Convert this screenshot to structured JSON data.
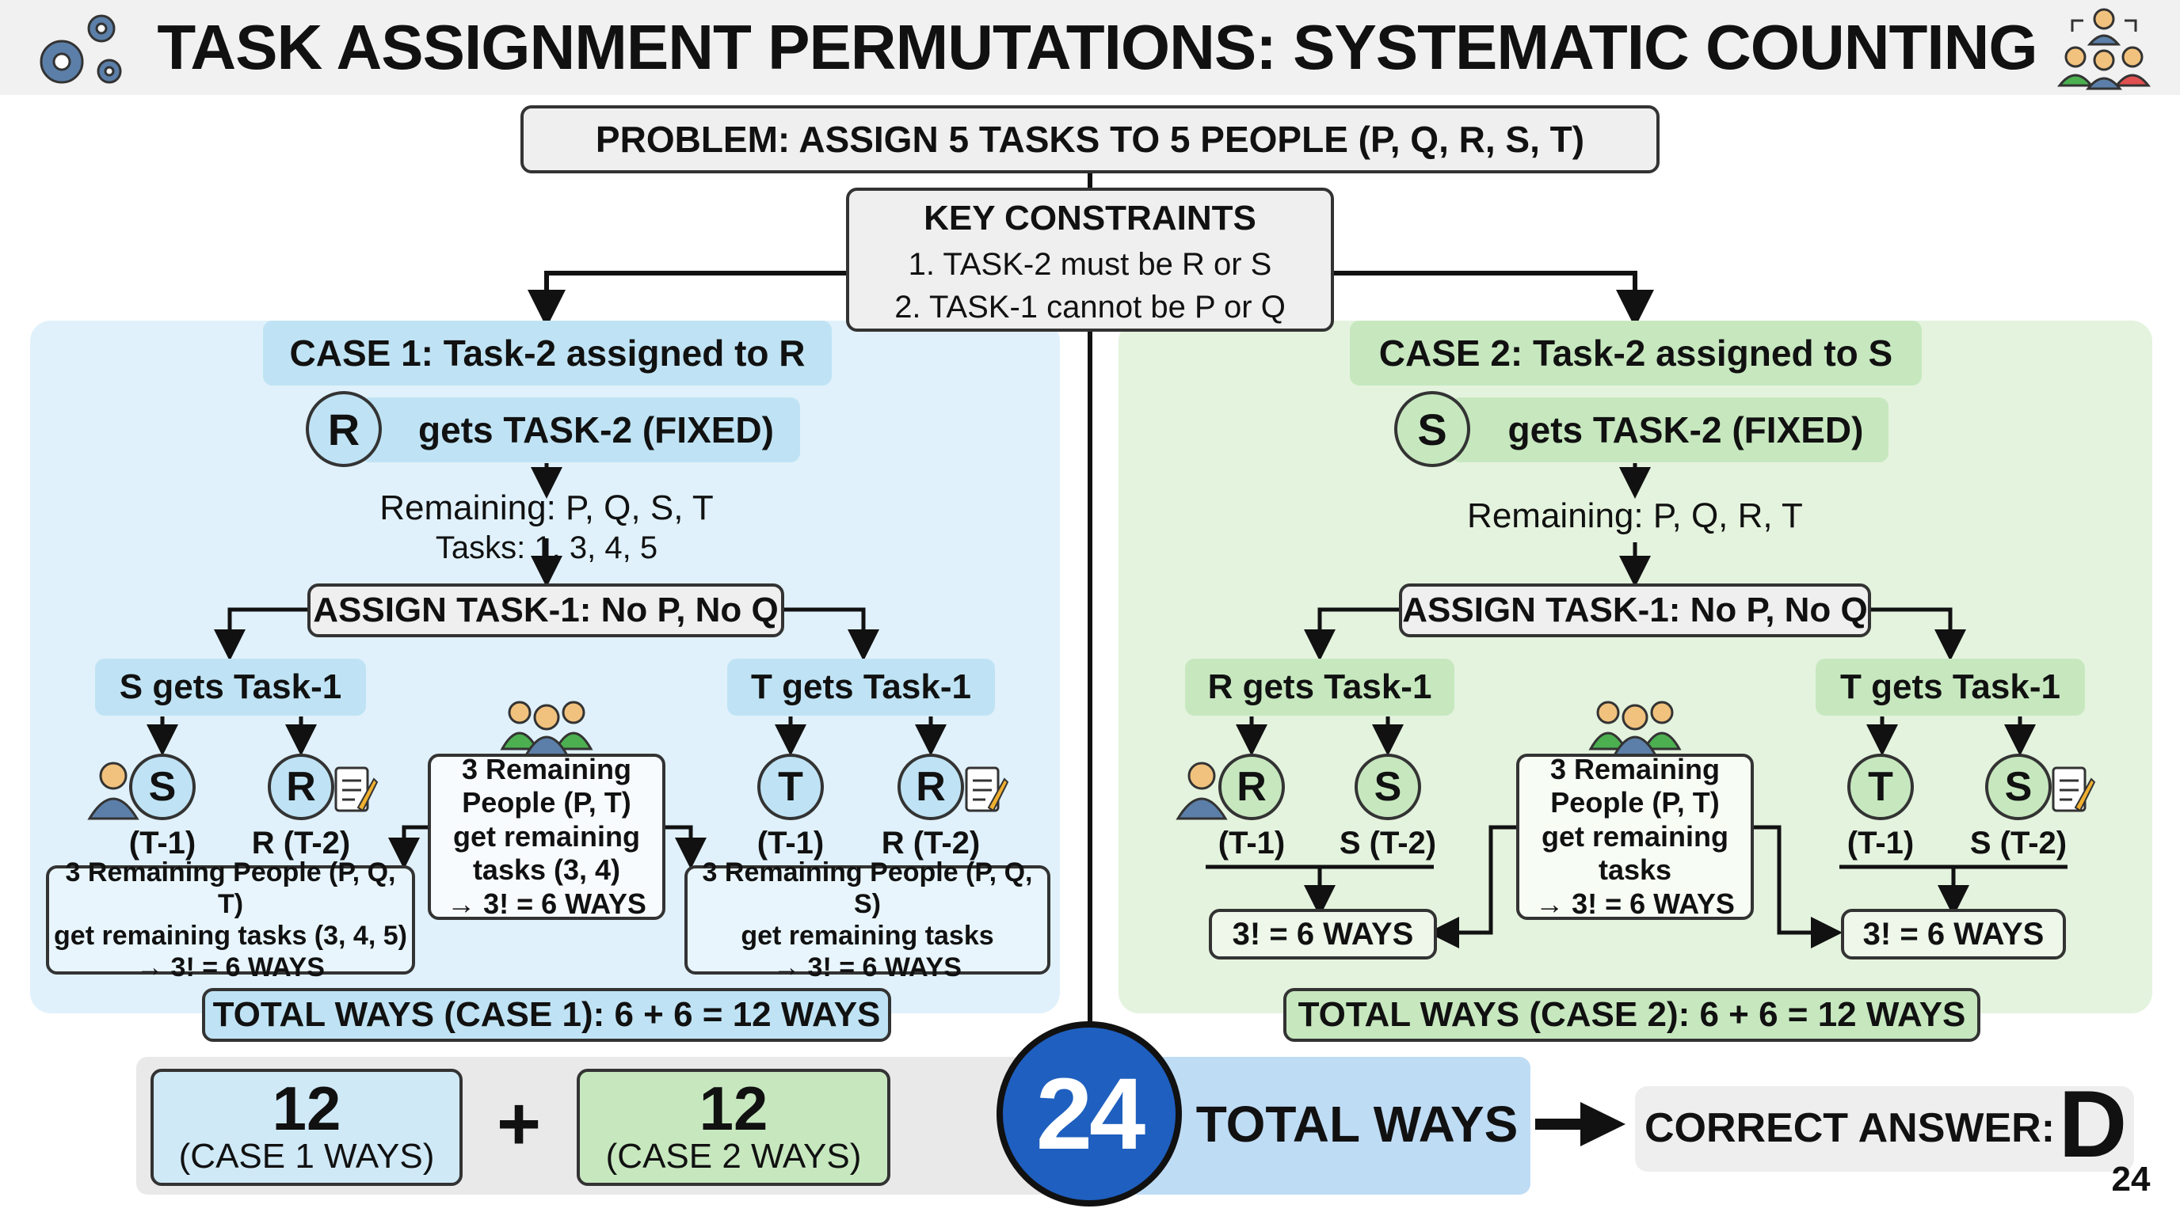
{
  "title": "TASK ASSIGNMENT PERMUTATIONS: SYSTEMATIC COUNTING",
  "problem": "PROBLEM: ASSIGN 5 TASKS TO 5 PEOPLE (P, Q, R, S, T)",
  "constraints": {
    "heading": "KEY CONSTRAINTS",
    "items": [
      "1. TASK-2 must be R or S",
      "2. TASK-1 cannot be P or Q"
    ]
  },
  "case1": {
    "title": "CASE 1: Task-2 assigned to R",
    "fixed_letter": "R",
    "fixed_text": "gets TASK-2 (FIXED)",
    "remaining_people": "Remaining: P, Q, S, T",
    "remaining_tasks": "Tasks: 1, 3, 4, 5",
    "assign": "ASSIGN TASK-1: No P, No Q",
    "left_branch": {
      "label": "S gets Task-1",
      "c1": "S",
      "c1_label": "(T-1)",
      "c2": "R",
      "c2_label": "R (T-2)",
      "result": [
        "3 Remaining People (P, Q, T)",
        "get remaining tasks (3, 4, 5)",
        "→ 3! = 6 WAYS"
      ]
    },
    "middle": [
      "3 Remaining",
      "People (P, T)",
      "get remaining",
      "tasks (3, 4)",
      "→ 3! = 6 WAYS"
    ],
    "right_branch": {
      "label": "T gets Task-1",
      "c1": "T",
      "c1_label": "(T-1)",
      "c2": "R",
      "c2_label": "R (T-2)",
      "result": [
        "3 Remaining People (P, Q, S)",
        "get remaining tasks",
        "→ 3! = 6 WAYS"
      ]
    },
    "total": "TOTAL WAYS (CASE 1): 6 + 6 = 12 WAYS"
  },
  "case2": {
    "title": "CASE 2: Task-2 assigned to S",
    "fixed_letter": "S",
    "fixed_text": "gets TASK-2 (FIXED)",
    "remaining_people": "Remaining: P, Q, R, T",
    "assign": "ASSIGN TASK-1: No P, No Q",
    "left_branch": {
      "label": "R gets Task-1",
      "c1": "R",
      "c1_label": "(T-1)",
      "c2": "S",
      "c2_label": "S (T-2)",
      "result": "3! = 6 WAYS"
    },
    "middle": [
      "3 Remaining",
      "People (P, T)",
      "get remaining",
      "tasks",
      "→ 3! = 6 WAYS"
    ],
    "right_branch": {
      "label": "T gets Task-1",
      "c1": "T",
      "c1_label": "(T-1)",
      "c2": "S",
      "c2_label": "S (T-2)",
      "result": "3! = 6 WAYS"
    },
    "total": "TOTAL WAYS (CASE 2): 6 + 6 = 12 WAYS"
  },
  "summary": {
    "case1_num": "12",
    "case1_label": "(CASE 1 WAYS)",
    "plus": "+",
    "case2_num": "12",
    "case2_label": "(CASE 2 WAYS)",
    "total_num": "24",
    "total_label": "TOTAL WAYS",
    "answer_label": "CORRECT ANSWER:",
    "answer_letter": "D"
  },
  "page_number": "24",
  "icons": [
    "gears-icon",
    "people-network-icon",
    "person-icon",
    "clipboard-pencil-icon",
    "group-icon"
  ],
  "colors": {
    "case1": "#bfe3f4",
    "case1_panel": "#e0f1fb",
    "case2": "#c7e8bf",
    "case2_panel": "#e4f3de",
    "total_circle": "#1f5fbf"
  }
}
